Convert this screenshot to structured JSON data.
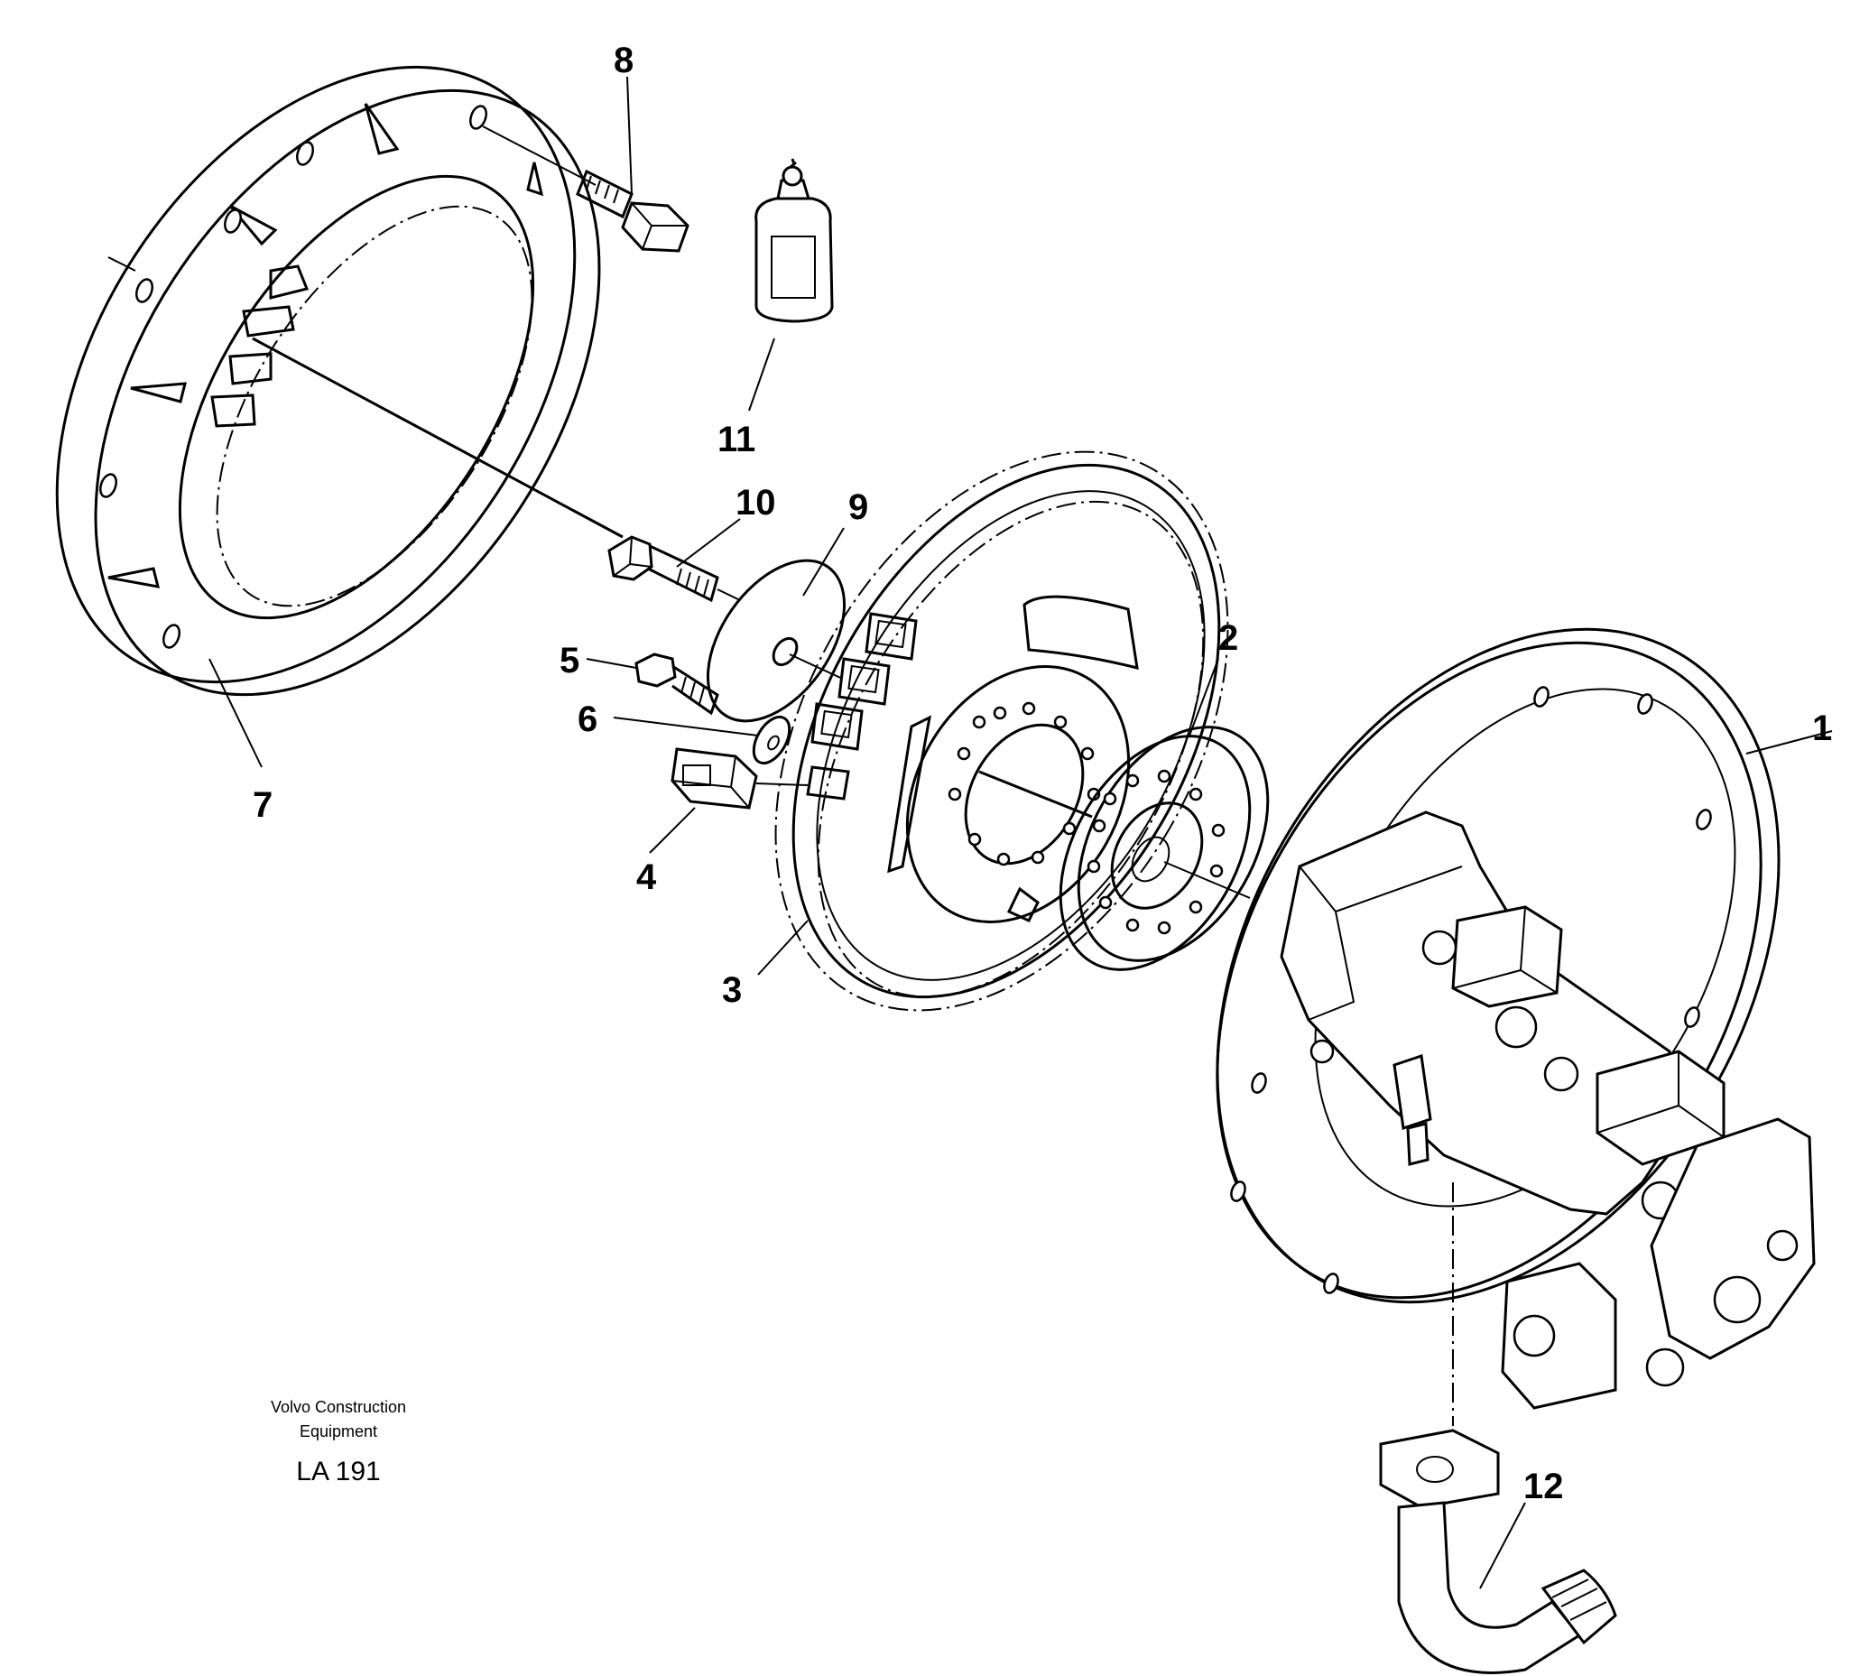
{
  "labels": {
    "p1": "1",
    "p2": "2",
    "p3": "3",
    "p4": "4",
    "p5": "5",
    "p6": "6",
    "p7": "7",
    "p8": "8",
    "p9": "9",
    "p10": "10",
    "p11": "11",
    "p12": "12"
  },
  "caption": {
    "line1": "Volvo Construction",
    "line2": "Equipment",
    "code": "LA 191"
  }
}
